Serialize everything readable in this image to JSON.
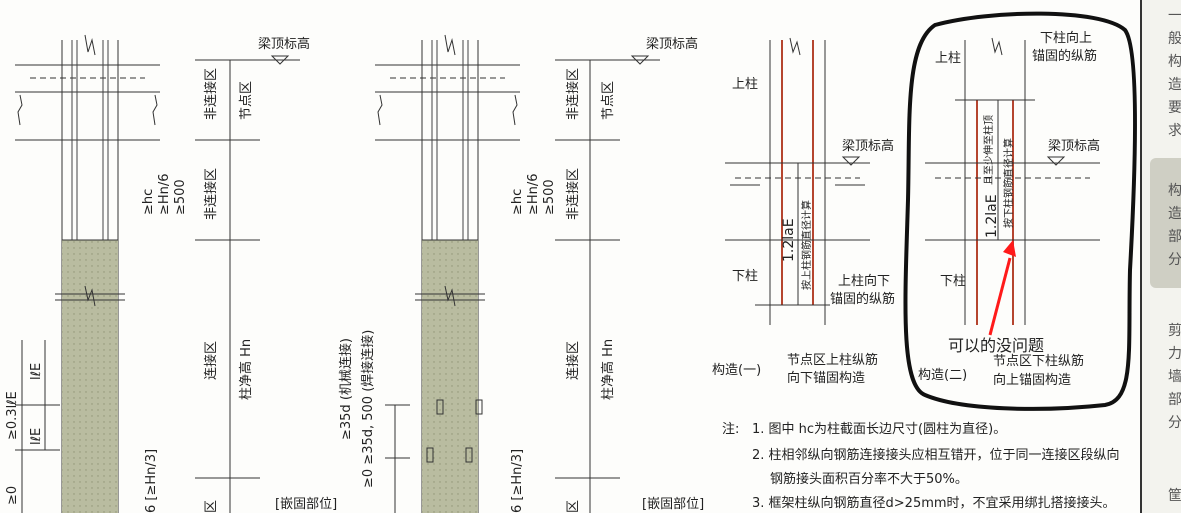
{
  "panels": [
    {
      "beam_top_label": "梁顶标高",
      "zone_non_splice_top": "非连接区",
      "zone_node": "节点区",
      "req_lines": [
        "≥hc",
        "≥Hn/6",
        "≥500"
      ],
      "zone_non_splice_mid": "非连接区",
      "zone_splice": "连接区",
      "clear_height": "柱净高 Hn",
      "splice_dims": [
        "≥0.3lℓE",
        "lℓE",
        "lℓE",
        "≥0"
      ],
      "bottom_req": "6 [≥Hn/3]",
      "bottom_zone": "区",
      "embed_label": "[嵌固部位]"
    },
    {
      "beam_top_label": "梁顶标高",
      "zone_non_splice_top": "非连接区",
      "zone_node": "节点区",
      "req_lines": [
        "≥hc",
        "≥Hn/6",
        "≥500"
      ],
      "zone_non_splice_mid": "非连接区",
      "zone_splice": "连接区",
      "clear_height": "柱净高 Hn",
      "splice_dims": [
        "≥35d (机械连接)",
        "≥0 ≥35d, 500 (焊接连接)"
      ],
      "bottom_req": "6 [≥Hn/3]",
      "bottom_zone": "区",
      "embed_label": "[嵌固部位]"
    }
  ],
  "construction1": {
    "upper_col": "上柱",
    "lower_col": "下柱",
    "beam_top": "梁顶标高",
    "anchor_len": "1.2laE",
    "anchor_note": "按上柱钢筋直径计算",
    "anchor_desc": [
      "上柱向下",
      "锚固的纵筋"
    ],
    "caption_left": "构造(一)",
    "caption_right": [
      "节点区上柱纵筋",
      "向下锚固构造"
    ]
  },
  "construction2": {
    "upper_col": "上柱",
    "lower_col": "下柱",
    "beam_top": "梁顶标高",
    "anchor_len": "1.2laE",
    "anchor_note_1": "且至少伸至柱顶",
    "anchor_note_2": "按下柱钢筋直径计算",
    "anchor_desc": [
      "下柱向上",
      "锚固的纵筋"
    ],
    "question": "可以的没问题",
    "caption_left": "构造(二)",
    "caption_right": [
      "节点区下柱纵筋",
      "向上锚固构造"
    ]
  },
  "notes": {
    "prefix": "注:",
    "items": [
      "1. 图中 hc为柱截面长边尺寸(圆柱为直径)。",
      "2. 柱相邻纵向钢筋连接接头应相互错开，位于同一连接区段纵向",
      "钢筋接头面积百分率不大于50%。",
      "3. 框架柱纵向钢筋直径d>25mm时，不宜采用绑扎搭接接头。"
    ]
  },
  "right_strip": [
    "一",
    "般",
    "构",
    "造",
    "要",
    "求",
    "构",
    "造",
    "部",
    "分",
    "剪",
    "力",
    "墙",
    "部",
    "分",
    "筐"
  ],
  "colors": {
    "shaded": "#b9bca0",
    "rebar": "#b5452f",
    "highlight": "#ff1a1a",
    "outline": "#111111"
  }
}
